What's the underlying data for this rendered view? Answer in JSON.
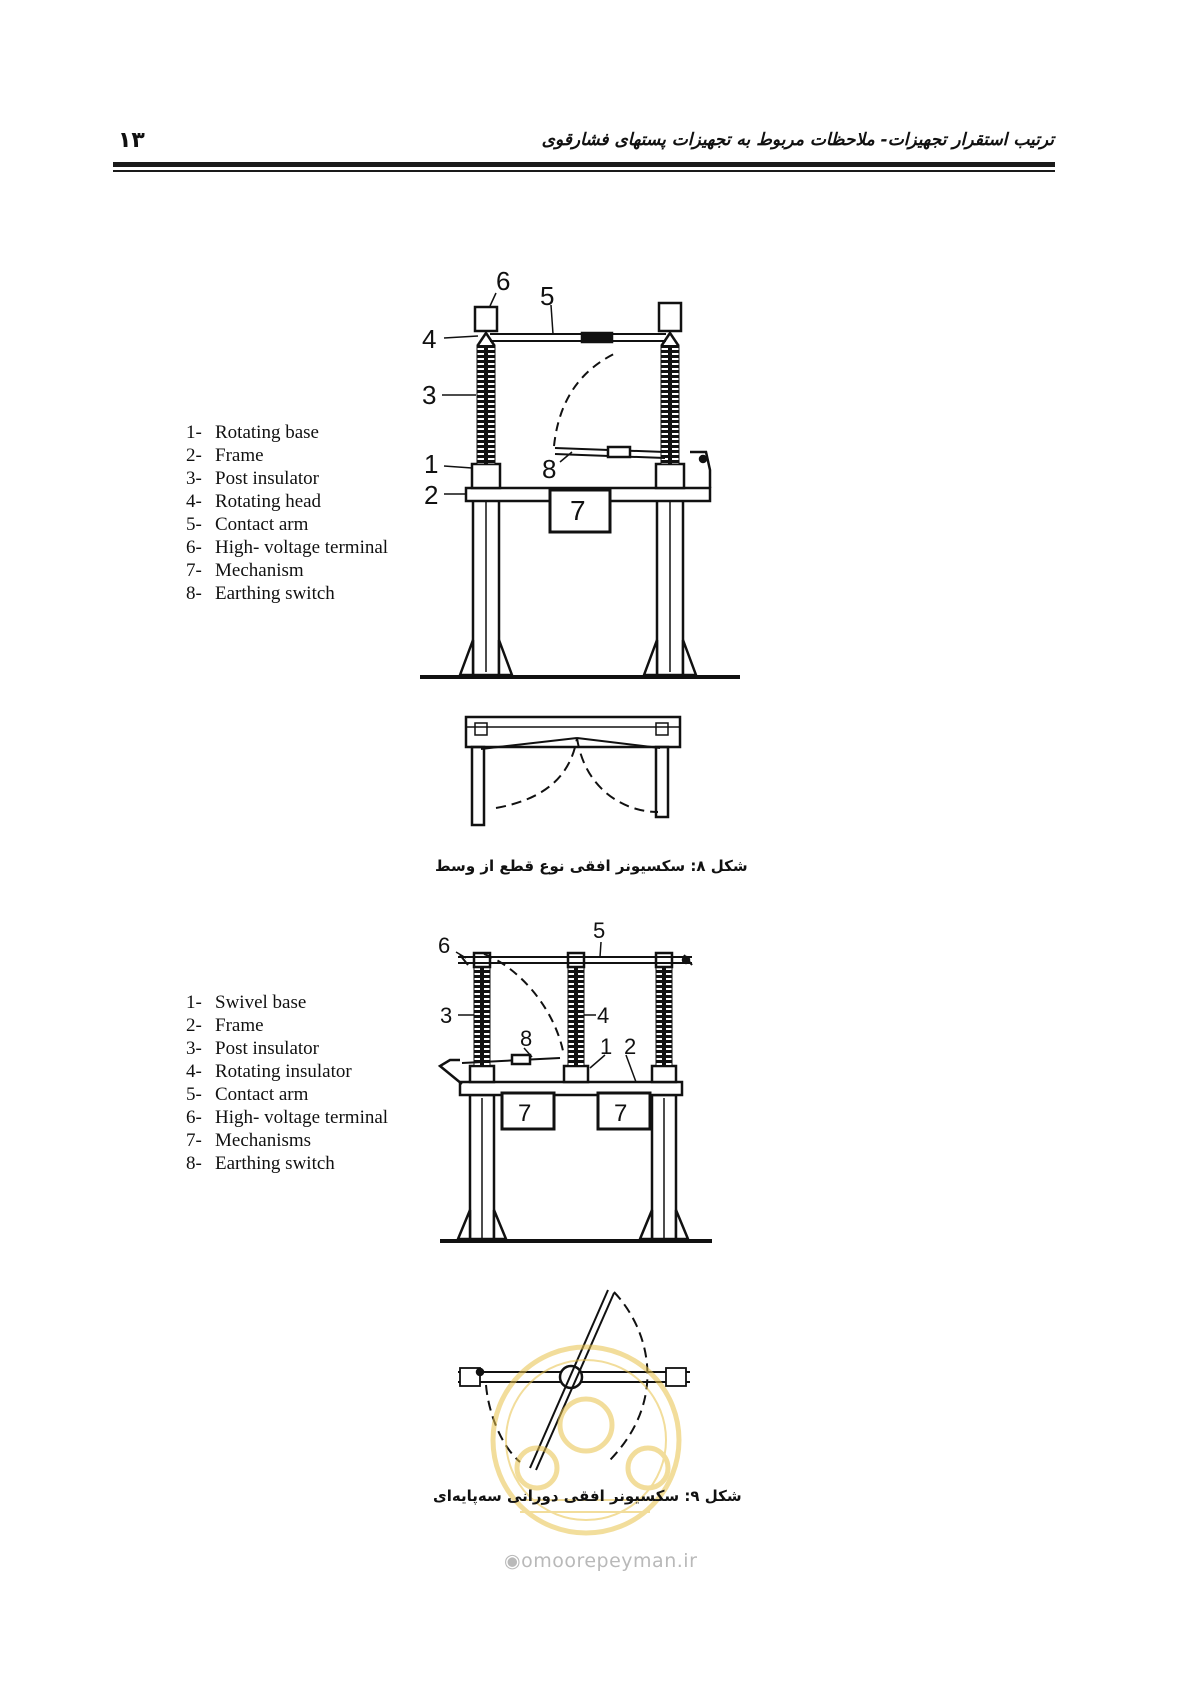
{
  "header": {
    "page_number": "۱۳",
    "title": "ترتیب استقرار تجهیزات- ملاحظات مربوط به تجهیزات پستهای فشارقوی"
  },
  "figure1": {
    "legend": [
      {
        "num": "1-",
        "text": "Rotating base"
      },
      {
        "num": "2-",
        "text": "Frame"
      },
      {
        "num": "3-",
        "text": "Post insulator"
      },
      {
        "num": "4-",
        "text": "Rotating head"
      },
      {
        "num": "5-",
        "text": "Contact arm"
      },
      {
        "num": "6-",
        "text": "High- voltage terminal"
      },
      {
        "num": "7-",
        "text": "Mechanism"
      },
      {
        "num": "8-",
        "text": "Earthing switch"
      }
    ],
    "labels": {
      "l1": "1",
      "l2": "2",
      "l3": "3",
      "l4": "4",
      "l5": "5",
      "l6": "6",
      "l7": "7",
      "l8": "8"
    },
    "caption": "شکل ۸: سکسیونر افقی نوع قطع از وسط"
  },
  "figure2": {
    "legend": [
      {
        "num": "1-",
        "text": "Swivel base"
      },
      {
        "num": "2-",
        "text": "Frame"
      },
      {
        "num": "3-",
        "text": "Post insulator"
      },
      {
        "num": "4-",
        "text": "Rotating insulator"
      },
      {
        "num": "5-",
        "text": "Contact arm"
      },
      {
        "num": "6-",
        "text": "High- voltage terminal"
      },
      {
        "num": "7-",
        "text": "Mechanisms"
      },
      {
        "num": "8-",
        "text": "Earthing switch"
      }
    ],
    "labels": {
      "l1": "1",
      "l2": "2",
      "l3": "3",
      "l4": "4",
      "l5": "5",
      "l6": "6",
      "l7a": "7",
      "l7b": "7",
      "l8": "8"
    },
    "caption": "شکل ۹: سکسیونر افقی دورانی سه‌پایه‌ای"
  },
  "watermark": {
    "url": "omoorepeyman.ir",
    "color": "#e8c24a"
  }
}
